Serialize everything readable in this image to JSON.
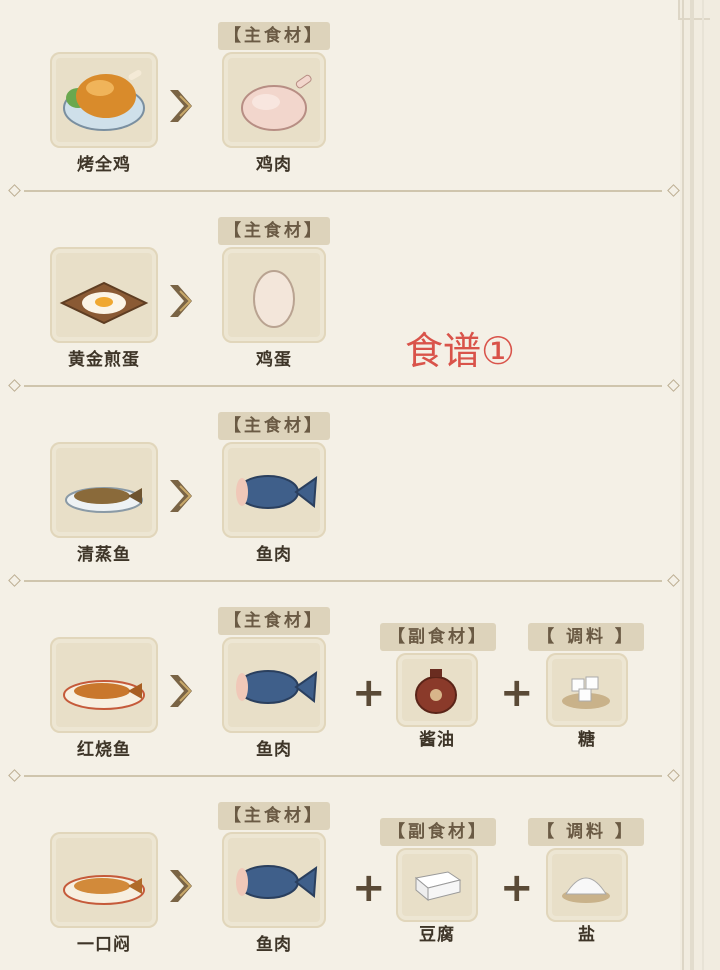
{
  "tags": {
    "main": "【主食材】",
    "side": "【副食材】",
    "seasoning": "【 调料 】"
  },
  "overlay": "食谱①",
  "recipes": [
    {
      "dish": "烤全鸡",
      "main": "鸡肉"
    },
    {
      "dish": "黄金煎蛋",
      "main": "鸡蛋"
    },
    {
      "dish": "清蒸鱼",
      "main": "鱼肉"
    },
    {
      "dish": "红烧鱼",
      "main": "鱼肉",
      "side": "酱油",
      "seasoning": "糖"
    },
    {
      "dish": "一口闷",
      "main": "鱼肉",
      "side": "豆腐",
      "seasoning": "盐"
    }
  ],
  "plus_symbol": "+",
  "colors": {
    "accent_red": "#d9534a",
    "card_bg": "#e8dfc8",
    "tag_bg": "#ddd3bb",
    "chevron": "#7a6445"
  }
}
